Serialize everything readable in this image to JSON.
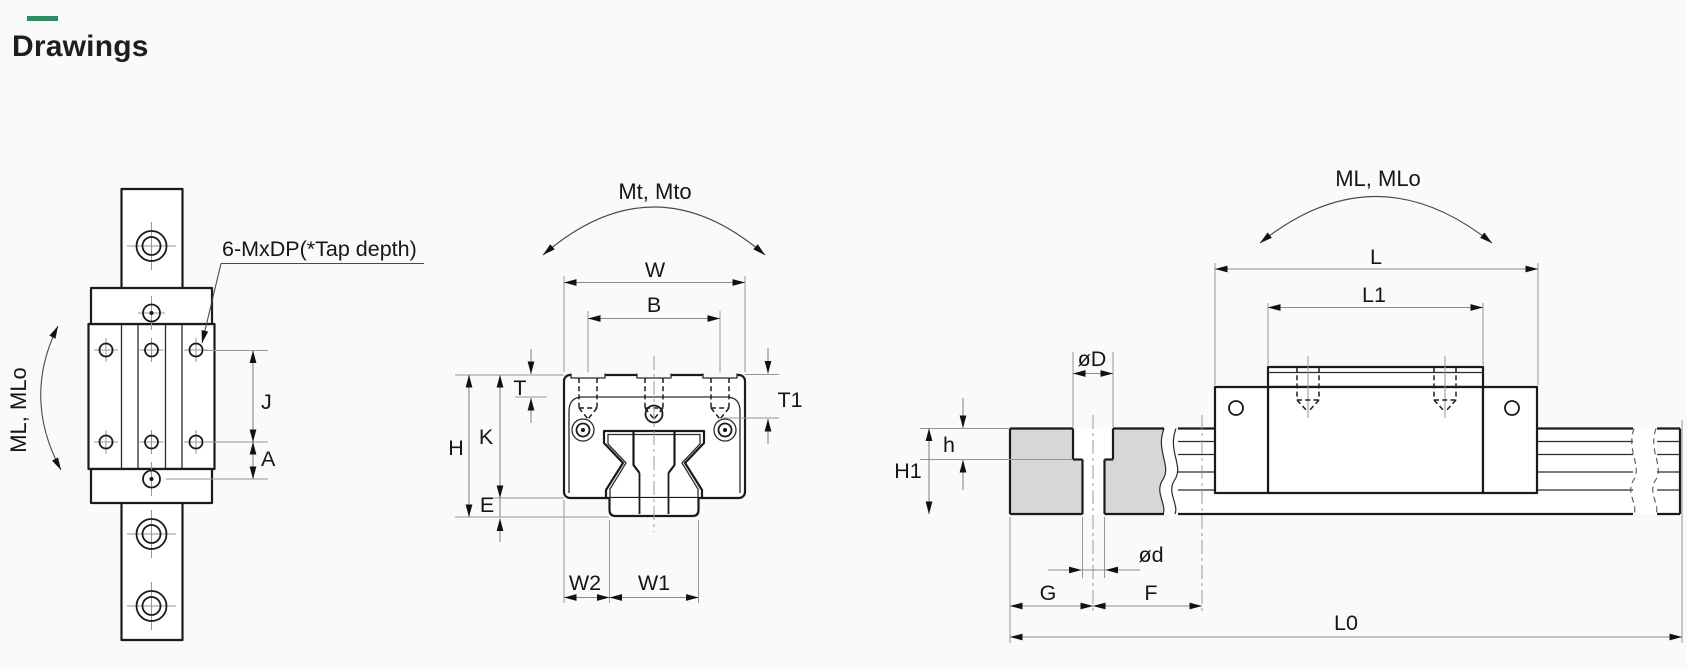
{
  "page": {
    "title": "Drawings"
  },
  "accent_color": "#2e8a62",
  "drawings": {
    "top_view": {
      "labels": {
        "tap_note": "6-MxDP(*Tap depth)",
        "moment": "ML, MLo",
        "j": "J",
        "a": "A"
      }
    },
    "front_view": {
      "labels": {
        "moment": "Mt, Mto",
        "w": "W",
        "b": "B",
        "t": "T",
        "t1": "T1",
        "h": "H",
        "k": "K",
        "e": "E",
        "w2": "W2",
        "w1": "W1"
      }
    },
    "side_view": {
      "labels": {
        "moment": "ML, MLo",
        "l": "L",
        "l1": "L1",
        "l0": "L0",
        "od_counterbore": "øD",
        "od_through": "ød",
        "h_counterbore": "h",
        "h1": "H1",
        "g": "G",
        "f": "F"
      }
    }
  }
}
